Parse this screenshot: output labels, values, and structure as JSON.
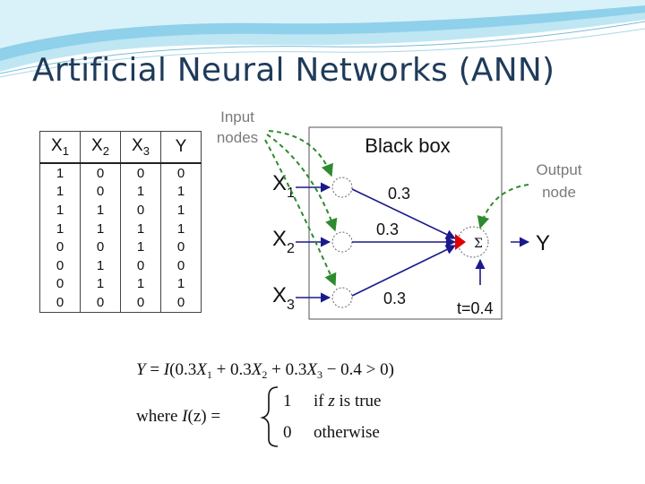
{
  "slide": {
    "title": "Artificial Neural Networks (ANN)"
  },
  "truth_table": {
    "headers": [
      {
        "main": "X",
        "sub": "1"
      },
      {
        "main": "X",
        "sub": "2"
      },
      {
        "main": "X",
        "sub": "3"
      },
      {
        "main": "Y",
        "sub": ""
      }
    ],
    "rows": [
      [
        "1",
        "0",
        "0",
        "0"
      ],
      [
        "1",
        "0",
        "1",
        "1"
      ],
      [
        "1",
        "1",
        "0",
        "1"
      ],
      [
        "1",
        "1",
        "1",
        "1"
      ],
      [
        "0",
        "0",
        "1",
        "0"
      ],
      [
        "0",
        "1",
        "0",
        "0"
      ],
      [
        "0",
        "1",
        "1",
        "1"
      ],
      [
        "0",
        "0",
        "0",
        "0"
      ]
    ]
  },
  "diagram": {
    "input_label_line1": "Input",
    "input_label_line2": "nodes",
    "box_title": "Black box",
    "output_label_line1": "Output",
    "output_label_line2": "node",
    "inputs": [
      {
        "name": "X",
        "sub": "1",
        "weight": "0.3"
      },
      {
        "name": "X",
        "sub": "2",
        "weight": "0.3"
      },
      {
        "name": "X",
        "sub": "3",
        "weight": "0.3"
      }
    ],
    "sum_symbol": "Σ",
    "output": "Y",
    "threshold": "t=0.4",
    "colors": {
      "arrow": "#1a1a8c",
      "dashed": "#2e8b2e",
      "node": "#e00000",
      "label": "#7a7a7a"
    }
  },
  "formula": {
    "line1": {
      "lhs": "Y",
      "eq": " = ",
      "func": "I",
      "open": "(0.3",
      "x1": "X",
      "s1": "1",
      "p1": " + 0.3",
      "x2": "X",
      "s2": "2",
      "p2": " + 0.3",
      "x3": "X",
      "s3": "3",
      "tail": " − 0.4 > 0)"
    },
    "where": "where",
    "iz": "I",
    "iz_arg": "(z)",
    "eq": " = ",
    "case1_value": "1",
    "case1_if": "if ",
    "case1_z": "z",
    "case1_rest": " is true",
    "case2_value": "0",
    "case2_text": "otherwise"
  }
}
